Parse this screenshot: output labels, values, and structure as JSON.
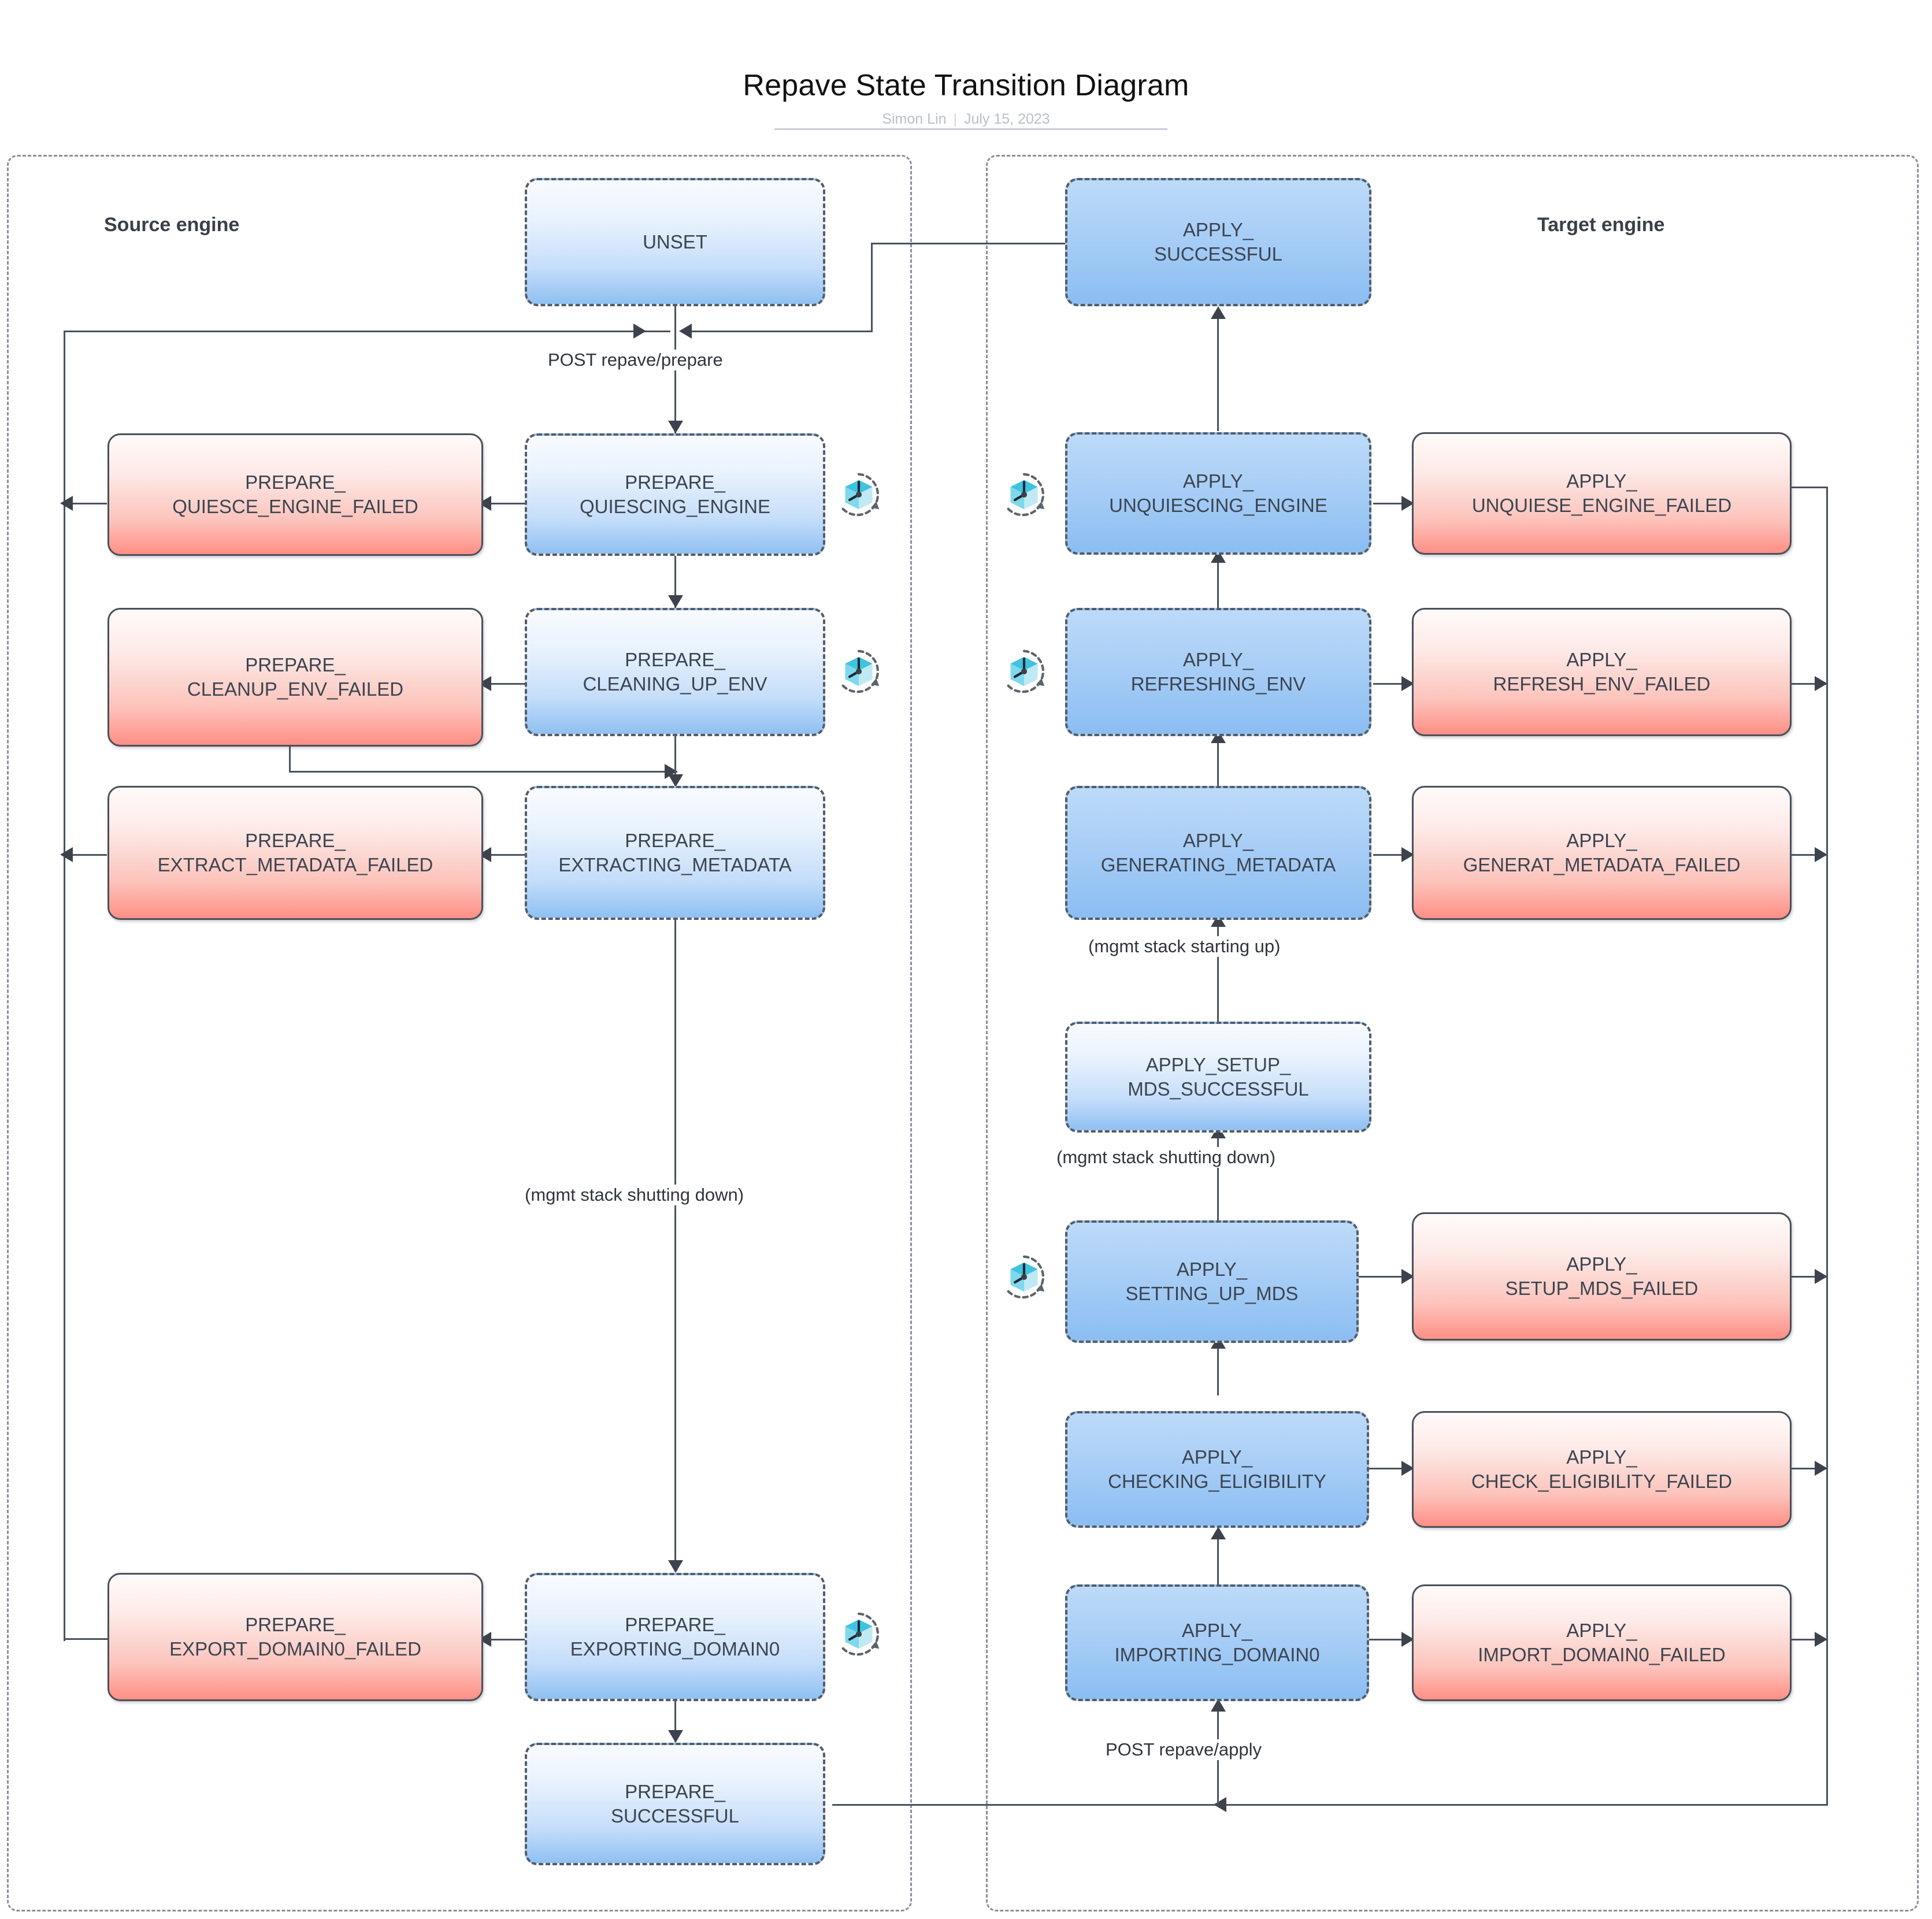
{
  "header": {
    "title": "Repave State Transition Diagram",
    "author": "Simon Lin",
    "separator": "|",
    "date": "July 15, 2023"
  },
  "lanes": [
    {
      "id": "source",
      "title": "Source engine"
    },
    {
      "id": "target",
      "title": "Target engine"
    }
  ],
  "edge_labels": {
    "post_prepare": "POST repave/prepare",
    "post_apply": "POST repave/apply",
    "mgmt_shutting_down_left": "(mgmt stack shutting down)",
    "mgmt_starting_up": "(mgmt stack starting up)",
    "mgmt_shutting_down_right": "(mgmt stack shutting down)"
  },
  "icons": {
    "retry": "retry-cube-clock-icon"
  },
  "colors": {
    "blue_top": "#f8fbff",
    "blue_bottom": "#8fc0f2",
    "blue_strong_top": "#bddaf8",
    "red_top": "#fffbfa",
    "red_bottom": "#ff8f86",
    "stroke": "#4a525c",
    "lane_border": "#8a8f98",
    "icon_cyan": "#3fc3e0",
    "icon_cyan_light": "#bfe9f5"
  },
  "states": {
    "source": {
      "unset": "UNSET",
      "quiescing": "PREPARE_\nQUIESCING_ENGINE",
      "quiesce_failed": "PREPARE_\nQUIESCE_ENGINE_FAILED",
      "cleaning": "PREPARE_\nCLEANING_UP_ENV",
      "cleanup_failed": "PREPARE_\nCLEANUP_ENV_FAILED",
      "extracting": "PREPARE_\nEXTRACTING_METADATA",
      "extract_failed": "PREPARE_\nEXTRACT_METADATA_FAILED",
      "exporting": "PREPARE_\nEXPORTING_DOMAIN0",
      "export_failed": "PREPARE_\nEXPORT_DOMAIN0_FAILED",
      "prepare_successful": "PREPARE_\nSUCCESSFUL"
    },
    "target": {
      "apply_successful": "APPLY_\nSUCCESSFUL",
      "unquiescing": "APPLY_\nUNQUIESCING_ENGINE",
      "unquiesce_failed": "APPLY_\nUNQUIESE_ENGINE_FAILED",
      "refreshing": "APPLY_\nREFRESHING_ENV",
      "refresh_failed": "APPLY_\nREFRESH_ENV_FAILED",
      "generating": "APPLY_\nGENERATING_METADATA",
      "generate_failed": "APPLY_\nGENERAT_METADATA_FAILED",
      "setup_mds_successful": "APPLY_SETUP_\nMDS_SUCCESSFUL",
      "setting_up_mds": "APPLY_\nSETTING_UP_MDS",
      "setup_mds_failed": "APPLY_\nSETUP_MDS_FAILED",
      "checking_eligibility": "APPLY_\nCHECKING_ELIGIBILITY",
      "check_eligibility_failed": "APPLY_\nCHECK_ELIGIBILITY_FAILED",
      "importing": "APPLY_\nIMPORTING_DOMAIN0",
      "import_failed": "APPLY_\nIMPORT_DOMAIN0_FAILED"
    }
  }
}
